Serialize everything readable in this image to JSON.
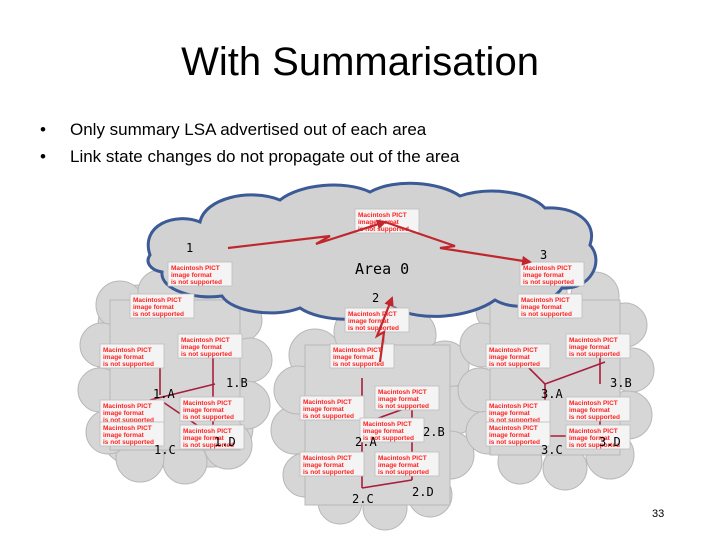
{
  "title": "With Summarisation",
  "bullets": [
    "Only summary LSA advertised out of each area",
    "Link state changes do not propagate out of the area"
  ],
  "bullet_glyph": "•",
  "diagram": {
    "backbone_label": "Area 0",
    "summary_links": [
      {
        "label": "1"
      },
      {
        "label": "2"
      },
      {
        "label": "3"
      }
    ],
    "areas": [
      {
        "routers": [
          "1.A",
          "1.B",
          "1.C",
          "1.D"
        ]
      },
      {
        "routers": [
          "2.A",
          "2.B",
          "2.C",
          "2.D"
        ]
      },
      {
        "routers": [
          "3.A",
          "3.B",
          "3.C",
          "3.D"
        ]
      }
    ],
    "placeholder_lines": [
      "Macintosh PICT",
      "image format",
      "is not supported"
    ],
    "colors": {
      "cloud_fill": "#d4d4d4",
      "backbone_outline": "#3b5a96",
      "arrow_color": "#c0272d",
      "intra_area_link": "#a81e3c",
      "placeholder_text": "#ff2222"
    }
  },
  "page_number": "33"
}
